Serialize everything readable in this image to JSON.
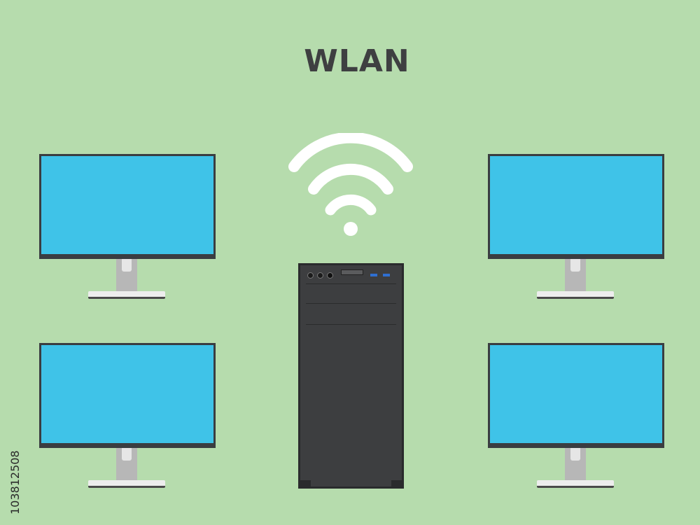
{
  "diagram": {
    "title": "WLAN",
    "stock_id": "103812508",
    "nodes": [
      {
        "id": "monitor-top-left",
        "kind": "monitor"
      },
      {
        "id": "monitor-top-right",
        "kind": "monitor"
      },
      {
        "id": "monitor-bottom-left",
        "kind": "monitor"
      },
      {
        "id": "monitor-bottom-right",
        "kind": "monitor"
      },
      {
        "id": "tower",
        "kind": "desktop-tower"
      },
      {
        "id": "wifi",
        "kind": "wifi-icon"
      }
    ]
  },
  "colors": {
    "background": "#b6dcad",
    "screen": "#3fc3e8",
    "bezel": "#3a3d41",
    "tower": "#3d3e40",
    "wifi": "#ffffff",
    "title": "#3e3f41",
    "usb": "#2f6fd1"
  }
}
